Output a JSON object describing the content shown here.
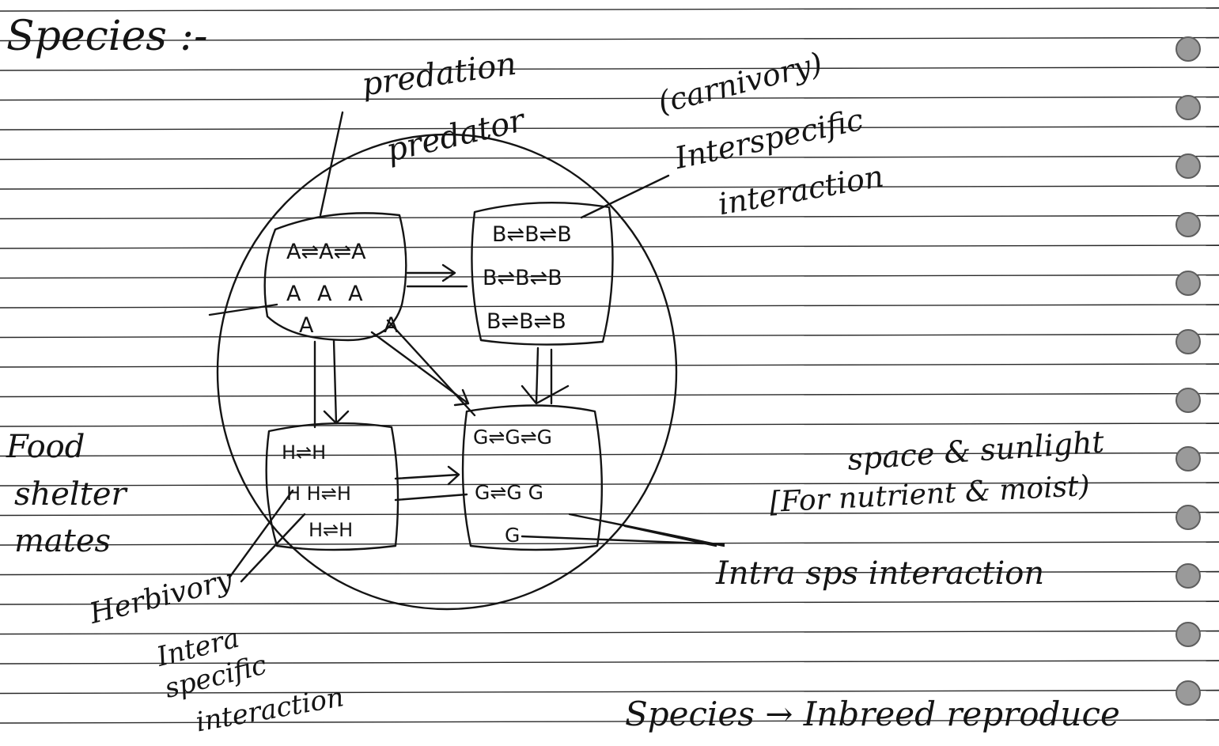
{
  "notes": {
    "title": "Species :-",
    "predation": "predation",
    "predator": "predator",
    "carnivory": "(carnivory)",
    "interspecific_line1": "Interspecific",
    "interspecific_line2": "interaction",
    "food": "Food",
    "shelter": "shelter",
    "mates": "mates",
    "herbivory": "Herbivory",
    "intraspecific_line1": "Intera",
    "intraspecific_line2": "specific",
    "intraspecific_line3": "interaction",
    "space_sunlight": "space & sunlight",
    "nutrient_moist": "[For nutrient & moist)",
    "intrasps": "Intra sps interaction",
    "bottom_line": "Species → Inbreed reproduce"
  },
  "groups": {
    "a": {
      "row1": "A⇌A⇌A",
      "row2": "A A A",
      "row3": "A A"
    },
    "b": {
      "row1": "B⇌B⇌B",
      "row2": "B⇌B⇌B",
      "row3": "B⇌B⇌B"
    },
    "h": {
      "row1": "H⇌H",
      "row2": "H H⇌H",
      "row3": "H⇌H"
    },
    "g": {
      "row1": "G⇌G⇌G",
      "row2": "G⇌G G",
      "row3": "G"
    }
  },
  "colors": {
    "ink": "#141414",
    "ruled_line": "#2a2a2a",
    "spiral_hole": "#8c8c8c"
  }
}
